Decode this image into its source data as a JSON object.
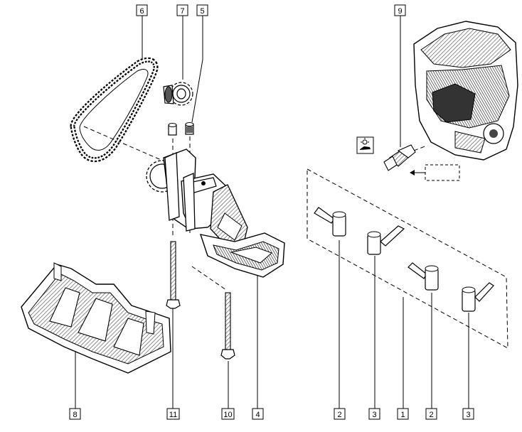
{
  "callouts": {
    "n6": "6",
    "n7": "7",
    "n5": "5",
    "n9": "9",
    "n8": "8",
    "n11": "11",
    "n10": "10",
    "n4": "4",
    "n2a": "2",
    "n3a": "3",
    "n1": "1",
    "n2b": "2",
    "n3b": "3"
  },
  "colors": {
    "line": "#000000",
    "part_fill": "#ffffff",
    "shade": "#8a8a8a"
  }
}
